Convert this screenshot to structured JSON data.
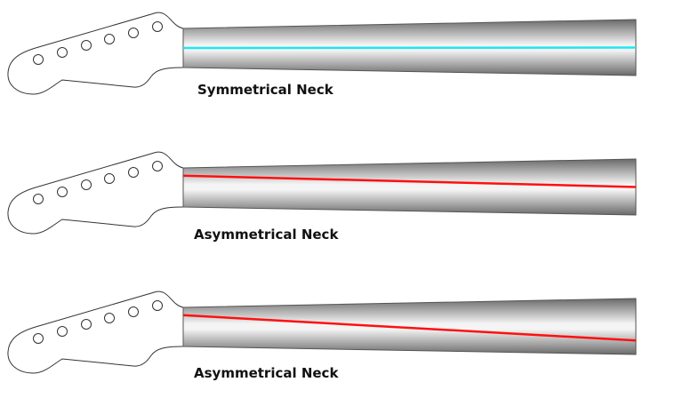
{
  "diagrams": [
    {
      "label": "Symmetrical Neck",
      "line_color": "#1fe6f0",
      "line_start_offset": 0.5,
      "line_end_offset": 0.5
    },
    {
      "label": "Asymmetrical Neck",
      "line_color": "#ff1010",
      "line_start_offset": 0.2,
      "line_end_offset": 0.5
    },
    {
      "label": "Asymmetrical Neck",
      "line_color": "#ff1010",
      "line_start_offset": 0.2,
      "line_end_offset": 0.75
    }
  ]
}
